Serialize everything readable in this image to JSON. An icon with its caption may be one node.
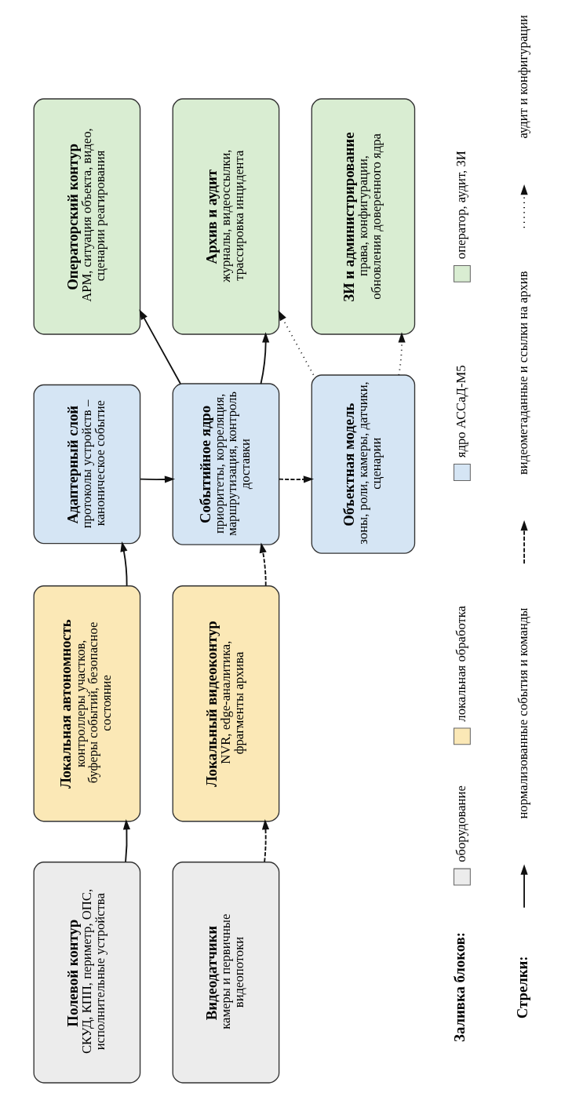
{
  "diagram": {
    "nodes": [
      {
        "text": [
          "Полевой контур",
          "СКУД, КПП, периметр, ОПС, исполнительные устройства"
        ]
      },
      {
        "text": [
          "Локальная автономность",
          "контроллеры участков, буферы событий, безопасное состояние"
        ]
      },
      {
        "text": [
          "Адаптерный слой",
          "протоколы устройств – каноническое событие"
        ]
      },
      {
        "text": [
          "Операторский контур",
          "АРМ, ситуация объекта, видео, сценарии реагирования"
        ]
      },
      {
        "text": [
          "Видеодатчики",
          "камеры и первичные видеопотоки"
        ]
      },
      {
        "text": [
          "Локальный видеоконтур",
          "NVR, edge-аналитика, фрагменты архива"
        ]
      },
      {
        "text": [
          "Событийное ядро",
          "приоритеты, корреляция, маршрутизация, контроль доставки"
        ]
      },
      {
        "text": [
          "Архив и аудит",
          "журналы, видеоссылки, трассировка инцидента"
        ]
      },
      {
        "text": [
          "Объектная модель",
          "зоны, роли, камеры, датчики, сценарии"
        ]
      },
      {
        "text": [
          "ЗИ и администрирование",
          "права, конфигурации, обновления доверенного ядра"
        ]
      }
    ],
    "edges": [
      {
        "from": 0,
        "to": 1,
        "arrow": "to"
      },
      {
        "from": 1,
        "to": 2,
        "arrow": "to"
      },
      {
        "from": 4,
        "to": 5,
        "arrow": "to",
        "style": "dashed"
      },
      {
        "from": 5,
        "to": 6,
        "arrow": "to",
        "style": "dashed"
      },
      {
        "from": 2,
        "to": 6,
        "arrow": "to"
      },
      {
        "from": 6,
        "to": 3,
        "arrow": "to"
      },
      {
        "from": 6,
        "to": 7,
        "arrow": "to"
      },
      {
        "from": 6,
        "to": 8,
        "arrow": "to",
        "style": "dashed"
      },
      {
        "from": 8,
        "to": 7,
        "arrow": "to",
        "style": "dashed"
      },
      {
        "from": 8,
        "to": 9,
        "arrow": "to",
        "style": "dashed"
      }
    ],
    "labels": [
      "Заливка блоков:",
      "Стрелки:"
    ],
    "legend": [
      {
        "text": "оборудование",
        "color": "#ececec"
      },
      {
        "text": "локальная обработка",
        "color": "#fbe8b6"
      },
      {
        "text": "ядро АССаД-М5",
        "color": "#d5e5f4"
      },
      {
        "text": "оператор, аудит, ЗИ",
        "color": "#d9edd2"
      },
      {
        "text": "нормализованные события и команды"
      },
      {
        "text": "видеометаданные и ссылки на архив"
      },
      {
        "text": "аудит и конфигурации"
      }
    ]
  }
}
